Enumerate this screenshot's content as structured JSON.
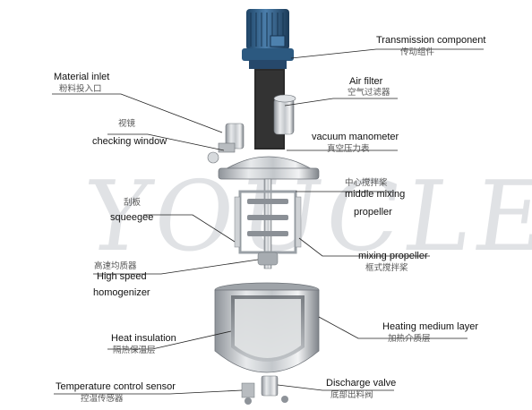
{
  "labels": {
    "transmission_en": "Transmission component",
    "transmission_cn": "传动组件",
    "material_inlet_en": "Material inlet",
    "material_inlet_cn": "粉料投入口",
    "air_filter_en": "Air filter",
    "air_filter_cn": "空气过滤器",
    "checking_window_cn": "视镜",
    "checking_window_en": "checking window",
    "vacuum_manometer_en": "vacuum manometer",
    "vacuum_manometer_cn": "真空压力表",
    "middle_mixing_cn": "中心搅拌桨",
    "middle_mixing_en1": "middle mixing",
    "middle_mixing_en2": "propeller",
    "squeegee_cn": "刮板",
    "squeegee_en": "squeegee",
    "mixing_propeller_en": "mixing propeller",
    "mixing_propeller_cn": "框式搅拌桨",
    "high_speed_cn": "高速均质器",
    "high_speed_en1": "High speed",
    "high_speed_en2": "homogenizer",
    "heating_medium_en": "Heating medium layer",
    "heating_medium_cn": "加热介质层",
    "heat_insulation_en": "Heat insulation",
    "heat_insulation_cn": "隔热保温层",
    "temp_sensor_en": "Temperature control sensor",
    "temp_sensor_cn": "控温传感器",
    "discharge_valve_en": "Discharge valve",
    "discharge_valve_cn": "底部出料阀"
  },
  "colors": {
    "motor": "#2f5f8a",
    "steel": "#c9ccd0",
    "rubber": "#2a2a2a",
    "leader": "#222222"
  }
}
